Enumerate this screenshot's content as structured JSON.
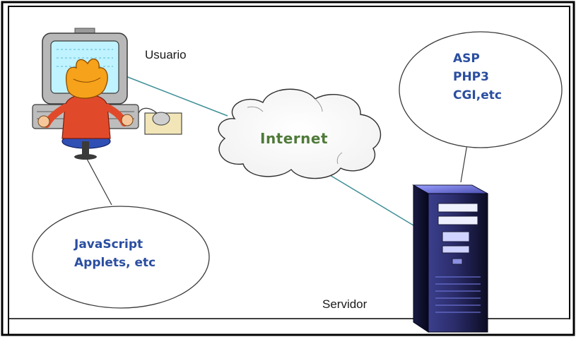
{
  "labels": {
    "user": "Usuario",
    "server": "Servidor",
    "internet": "Internet"
  },
  "server_bubble": {
    "lines": [
      "ASP",
      "PHP3",
      "CGI,etc"
    ]
  },
  "client_bubble": {
    "lines": [
      "JavaScript",
      "Applets, etc"
    ]
  },
  "icons": {
    "user": "user-at-computer-icon",
    "server": "server-tower-icon",
    "network": "internet-cloud-icon"
  },
  "colors": {
    "frame": "#000000",
    "connector": "#3f8f97",
    "bubble_stroke": "#3a3a3a",
    "bubble_text": "#2a4ea0",
    "internet_text": "#4f7a3a",
    "server_body": "#1a1a3a",
    "server_accent": "#5a62c8"
  }
}
